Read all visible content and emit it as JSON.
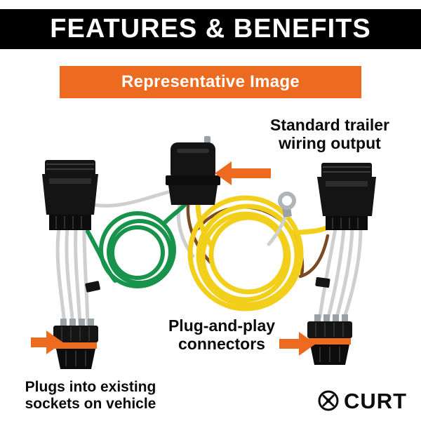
{
  "header": {
    "title": "FEATURES & BENEFITS",
    "subtitle": "Representative Image"
  },
  "annotations": {
    "trailer_output": "Standard trailer wiring output",
    "plug_and_play": "Plug-and-play connectors",
    "vehicle_sockets": "Plugs into existing sockets on vehicle"
  },
  "brand": {
    "logo_text": "CURT"
  },
  "colors": {
    "accent_orange": "#ED6B21",
    "banner_black": "#000000",
    "wire_green": "#17934C",
    "wire_yellow": "#F2CF1A",
    "wire_brown": "#7B4A20"
  }
}
